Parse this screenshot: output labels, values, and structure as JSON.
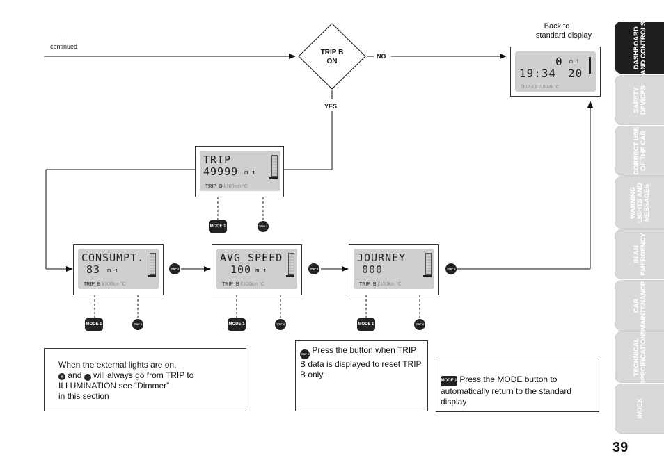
{
  "header": {
    "continued": "continued"
  },
  "decision": {
    "label_line1": "TRIP B",
    "label_line2": "ON",
    "no": "NO",
    "yes": "YES"
  },
  "standard": {
    "caption_line1": "Back to",
    "caption_line2": "standard display",
    "row1": "0",
    "row1_unit": "m i",
    "row2_left": "19:34",
    "row2_right": "20",
    "bottom": "TRIP A B l/100km  °C"
  },
  "trip_screen": {
    "line1": "TRIP",
    "line2": "49999",
    "unit": "m i",
    "bottom_trip": "TRIP",
    "bottom_b": "B",
    "bottom_rest": "l/100km  °C"
  },
  "consumpt_screen": {
    "line1": "CONSUMPT.",
    "line2": "83",
    "unit": "m i",
    "bottom_trip": "TRIP",
    "bottom_b": "B",
    "bottom_rest": "l/100km  °C"
  },
  "avgspeed_screen": {
    "line1": "AVG SPEED",
    "line2": "100",
    "unit": "m i",
    "bottom_trip": "TRIP",
    "bottom_b": "B",
    "bottom_rest": "l/100km  °C"
  },
  "journey_screen": {
    "line1": "JOURNEY",
    "line2": "000",
    "unit": "",
    "bottom_trip": "TRIP",
    "bottom_b": "B",
    "bottom_rest": "l/100km  °C"
  },
  "buttons": {
    "mode": "MODE 1",
    "trip1": "TRIP 1",
    "trip2": "TRIP 2"
  },
  "notes": {
    "lights": {
      "line1": "When the external lights are on,",
      "line2_and": "and",
      "line2_rest": "will always go from TRIP to",
      "line3": "ILLUMINATION see “Dimmer”",
      "line4": "in this section"
    },
    "trip2": "Press the button when TRIP B data is displayed to reset TRIP B only.",
    "mode": "Press the MODE button to automatically return to the standard display"
  },
  "sidebar": {
    "tabs": [
      {
        "line1": "DASHBOARD",
        "line2": "AND CONTROLS"
      },
      {
        "line1": "SAFETY",
        "line2": "DEVICES"
      },
      {
        "line1": "CORRECT USE",
        "line2": "OF THE CAR"
      },
      {
        "line1": "WARNING",
        "line2": "LIGHTS AND",
        "line3": "MESSAGES"
      },
      {
        "line1": "IN AN",
        "line2": "EMERGENCY"
      },
      {
        "line1": "CAR",
        "line2": "MAINTENANCE"
      },
      {
        "line1": "TECHNICAL",
        "line2": "SPECIFICATIONS"
      },
      {
        "line1": "INDEX"
      }
    ]
  },
  "page_number": "39"
}
